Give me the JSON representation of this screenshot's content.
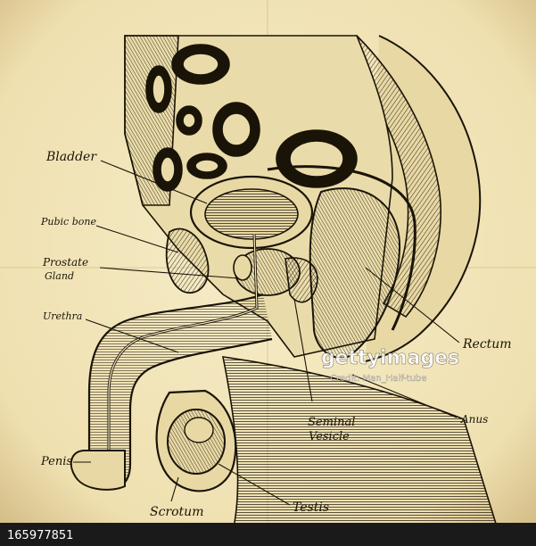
{
  "labels": {
    "bladder": "Bladder",
    "pubic_bone": "Pubic bone",
    "prostate_line1": "Prostate",
    "prostate_line2": "Gland",
    "urethra": "Urethra",
    "penis": "Penis",
    "scrotum": "Scrotum",
    "testis": "Testis",
    "seminal_line1": "Seminal",
    "seminal_line2": "Vesicle",
    "anus": "Anus",
    "rectum": "Rectum"
  },
  "watermark": {
    "brand": "gettyimages",
    "credit": "Credit: Man_Half-tube"
  },
  "image_id": "165977851",
  "colors": {
    "paper": "#f3e7bf",
    "paper_edge": "#d9c58f",
    "ink": "#1a1408",
    "tissue": "#e8d8a4"
  }
}
